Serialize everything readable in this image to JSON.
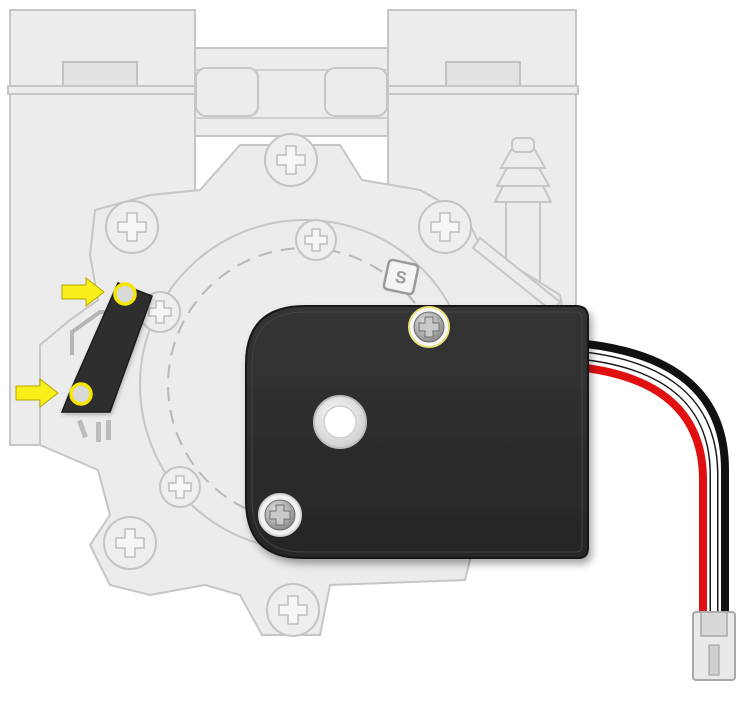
{
  "diagram": {
    "sensor_label": "S",
    "colors": {
      "background": "#ffffff",
      "ghost_part": "#ececec",
      "motor_body": "#2c2c2c",
      "callout_yellow": "#f5e600",
      "wire_red": "#e01010",
      "wire_black": "#111111",
      "wire_white": "#ffffff",
      "connector": "#e6e6e6"
    },
    "callouts": [
      {
        "name": "upper-switch-screw",
        "icon": "arrow-right-icon"
      },
      {
        "name": "lower-switch-screw",
        "icon": "arrow-right-icon"
      }
    ]
  }
}
